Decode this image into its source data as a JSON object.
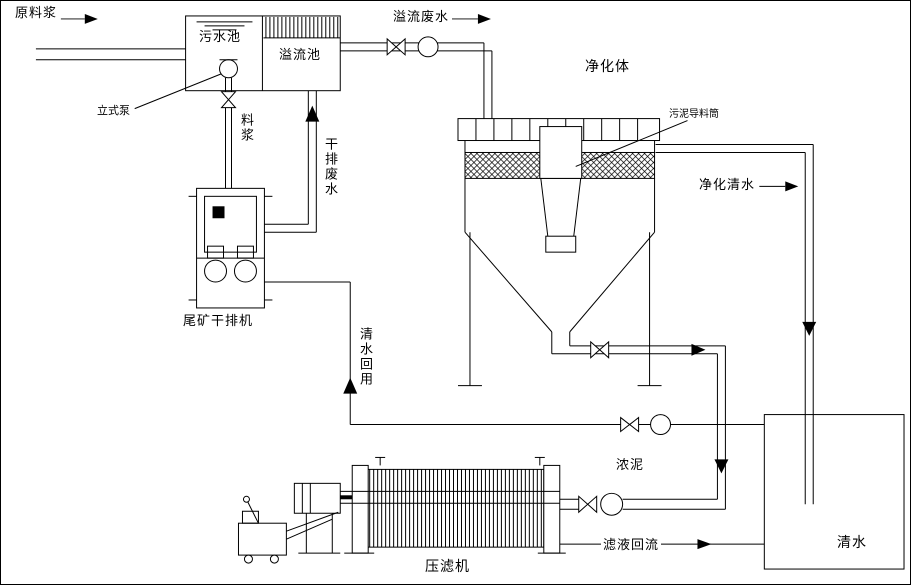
{
  "colors": {
    "line": "#000000",
    "background": "#ffffff"
  },
  "labels": {
    "raw_slurry": "原料浆",
    "sewage_pool": "污水池",
    "overflow_pool": "溢流池",
    "vertical_pump": "立式泵",
    "slurry": "料浆",
    "dry_discharge_wastewater": "干排废水",
    "overflow_wastewater": "溢流废水",
    "purifier_body": "净化体",
    "sludge_guide_cylinder": "污泥导料筒",
    "purified_clear_water": "净化清水",
    "tailings_dry_discharge_machine": "尾矿干排机",
    "clear_water_reuse": "清水回用",
    "thick_sludge": "浓泥",
    "filtrate_reflux": "滤液回流",
    "filter_press": "压滤机",
    "clear_water": "清水"
  }
}
